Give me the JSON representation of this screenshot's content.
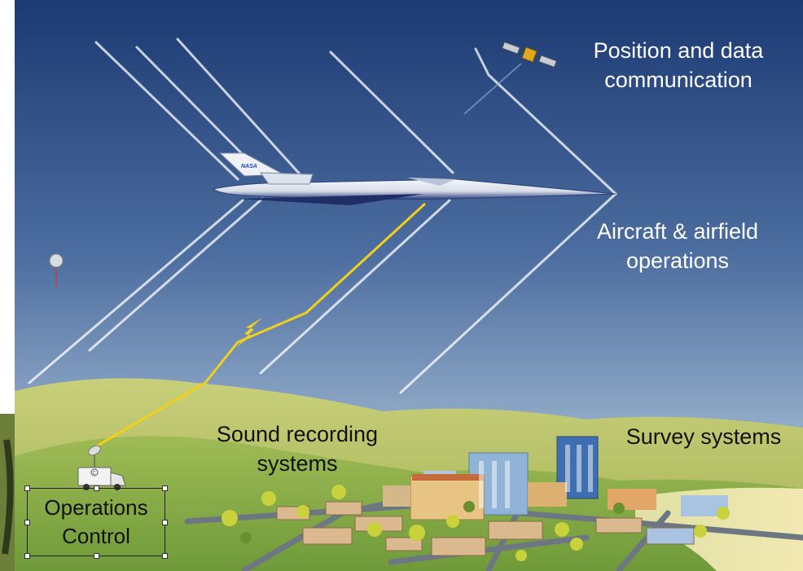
{
  "labels": {
    "position": [
      "Position and data",
      "communication"
    ],
    "aircraft": [
      "Aircraft & airfield",
      "operations"
    ],
    "sound": [
      "Sound recording",
      "systems"
    ],
    "survey": [
      "Survey systems"
    ],
    "operations": [
      "Operations",
      "Control"
    ]
  },
  "aircraft_marking": "NASA",
  "van_marking": "C",
  "colors": {
    "sky_top": "#1c3a73",
    "sky_bottom": "#c7d6e4",
    "hills": "#b7c35a",
    "ground": "#8fb04a",
    "lightning": "#f2cf1c",
    "shockwave": "#ffffff"
  }
}
